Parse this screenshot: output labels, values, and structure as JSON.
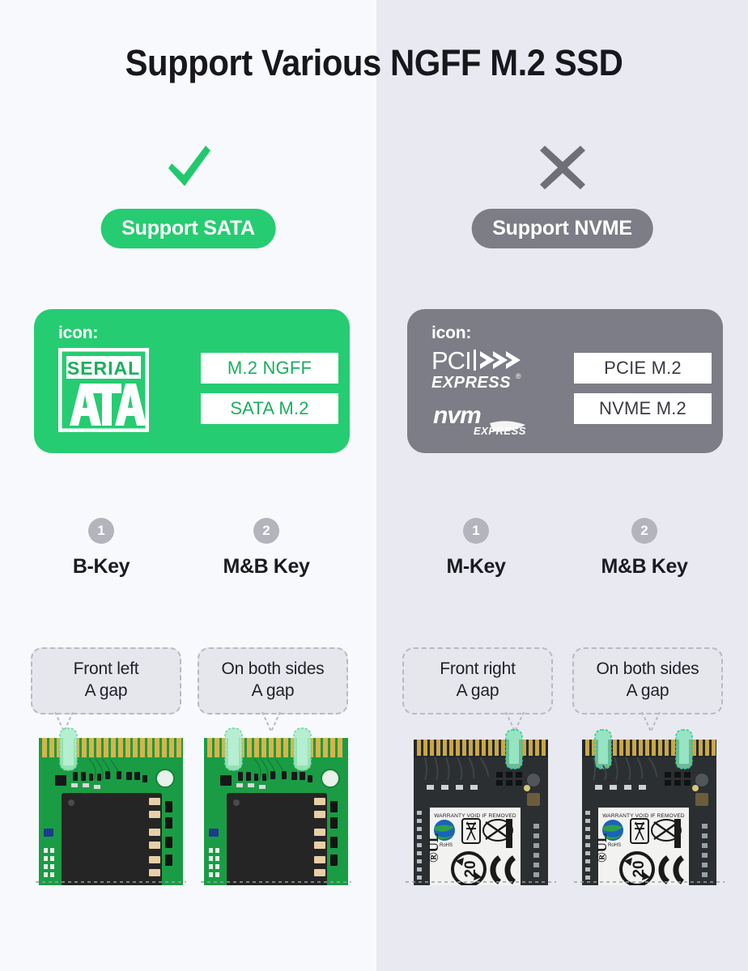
{
  "page": {
    "title": "Support Various NGFF M.2 SSD",
    "accent_green": "#26cc71",
    "accent_gray": "#7d7d87",
    "bg_left": "#f8f9fd",
    "bg_right": "#e9e9f1"
  },
  "columns": [
    {
      "side": "left",
      "verdict_icon": "check-icon",
      "support_label": "Support SATA",
      "card": {
        "icon_label": "icon:",
        "logos": [
          "serial-ata-logo"
        ],
        "logo_text": {
          "serial": "SERIAL",
          "ata": "ATA"
        },
        "tags": [
          "M.2  NGFF",
          "SATA M.2"
        ]
      },
      "keys": [
        {
          "number": "1",
          "label": "B-Key",
          "callout_line1": "Front left",
          "callout_line2": "A gap",
          "notches": "left"
        },
        {
          "number": "2",
          "label": "M&B Key",
          "callout_line1": "On both sides",
          "callout_line2": "A gap",
          "notches": "both"
        }
      ]
    },
    {
      "side": "right",
      "verdict_icon": "cross-icon",
      "support_label": "Support NVME",
      "card": {
        "icon_label": "icon:",
        "logos": [
          "pci-express-logo",
          "nvm-express-logo"
        ],
        "logo_text": {
          "pci": "PCI",
          "express": "EXPRESS",
          "nvm": "nvm",
          "nvm_express": "EXPRESS"
        },
        "tags": [
          "PCIE M.2",
          "NVME M.2"
        ]
      },
      "keys": [
        {
          "number": "1",
          "label": "M-Key",
          "callout_line1": "Front right",
          "callout_line2": "A gap",
          "notches": "right"
        },
        {
          "number": "2",
          "label": "M&B Key",
          "callout_line1": "On both sides",
          "callout_line2": "A gap",
          "notches": "both"
        }
      ]
    }
  ],
  "ssd_label": {
    "warranty_text": "WARRANTY VOID IF REMOVED",
    "recycle_number": "20",
    "rohs_text": "RoHS",
    "ul_text": "UL"
  }
}
